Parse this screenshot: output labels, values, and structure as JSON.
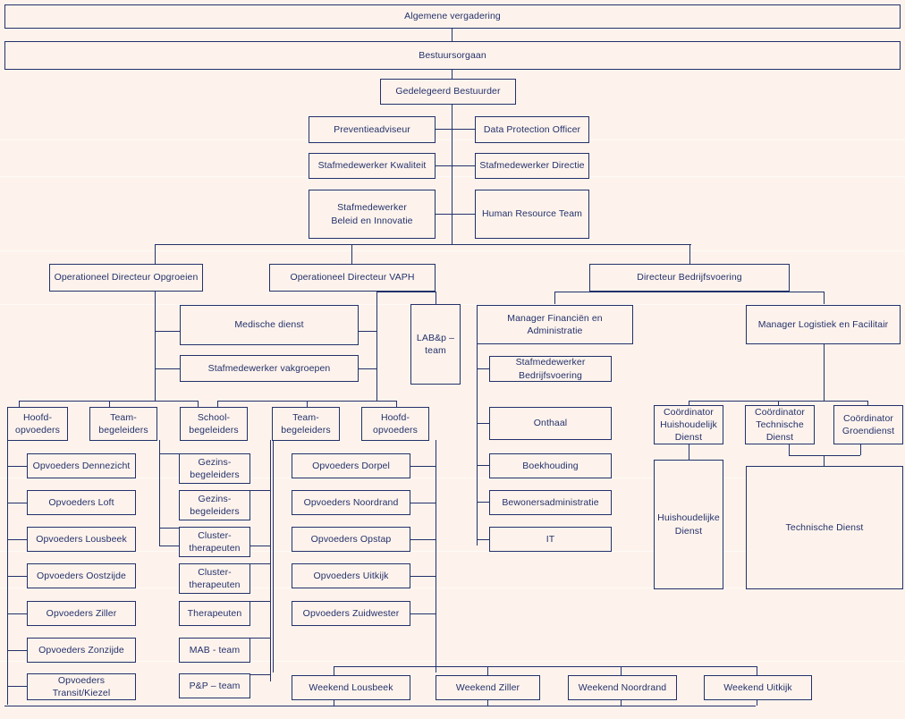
{
  "meta": {
    "title": "Organigram",
    "colors": {
      "background": "#fdf3ec",
      "stroke": "#23306b",
      "text": "#23306b",
      "node_fill": "#fdf3ec"
    }
  },
  "nodes": {
    "algemene_vergadering": "Algemene vergadering",
    "bestuursorgaan": "Bestuursorgaan",
    "gedelegeerd_bestuurder": "Gedelegeerd Bestuurder",
    "preventieadviseur": "Preventieadviseur",
    "data_protection_officer": "Data Protection Officer",
    "stafmedewerker_kwaliteit": "Stafmedewerker Kwaliteit",
    "stafmedewerker_directie": "Stafmedewerker Directie",
    "stafmedewerker_beleid_innovatie": "Stafmedewerker\nBeleid en Innovatie",
    "human_resource_team": "Human Resource Team",
    "od_opgroeien": "Operationeel Directeur Opgroeien",
    "od_vaph": "Operationeel Directeur VAPH",
    "directeur_bedrijfsvoering": "Directeur Bedrijfsvoering",
    "medische_dienst": "Medische dienst",
    "stafmedewerker_vakgroepen": "Stafmedewerker vakgroepen",
    "lab_p_team": "LAB&p –\nteam",
    "manager_financien": "Manager Financiën en Administratie",
    "manager_logistiek": "Manager Logistiek en Facilitair",
    "stafmedewerker_bedrijfsvoering": "Stafmedewerker\nBedrijfsvoering",
    "onthaal": "Onthaal",
    "boekhouding": "Boekhouding",
    "bewonersadministratie": "Bewonersadministratie",
    "it": "IT",
    "hoofdopvoeders_left": "Hoofd-\nopvoeders",
    "teambegeleiders_left": "Team-\nbegeleiders",
    "schoolbegeleiders": "School-\nbegeleiders",
    "teambegeleiders_right": "Team-\nbegeleiders",
    "hoofdopvoeders_right": "Hoofd-\nopvoeders",
    "coordinator_huishoudelijk": "Coördinator\nHuishoudelijk\nDienst",
    "coordinator_technische": "Coördinator\nTechnische\nDienst",
    "coordinator_groendienst": "Coördinator\nGroendienst",
    "huishoudelijke_dienst": "Huishoudelijke\nDienst",
    "technische_dienst": "Technische Dienst"
  },
  "columns": {
    "opvoeders_left": [
      "Opvoeders Dennezicht",
      "Opvoeders Loft",
      "Opvoeders Lousbeek",
      "Opvoeders Oostzijde",
      "Opvoeders Ziller",
      "Opvoeders Zonzijde",
      "Opvoeders\nTransit/Kiezel"
    ],
    "begeleiders_mid": [
      "Gezins-\nbegeleiders",
      "Gezins-\nbegeleiders",
      "Cluster-\ntherapeuten",
      "Cluster-\ntherapeuten",
      "Therapeuten",
      "MAB - team",
      "P&P – team"
    ],
    "opvoeders_right": [
      "Opvoeders Dorpel",
      "Opvoeders Noordrand",
      "Opvoeders Opstap",
      "Opvoeders Uitkijk",
      "Opvoeders Zuidwester"
    ],
    "weekend": [
      "Weekend Lousbeek",
      "Weekend Ziller",
      "Weekend Noordrand",
      "Weekend Uitkijk"
    ]
  }
}
